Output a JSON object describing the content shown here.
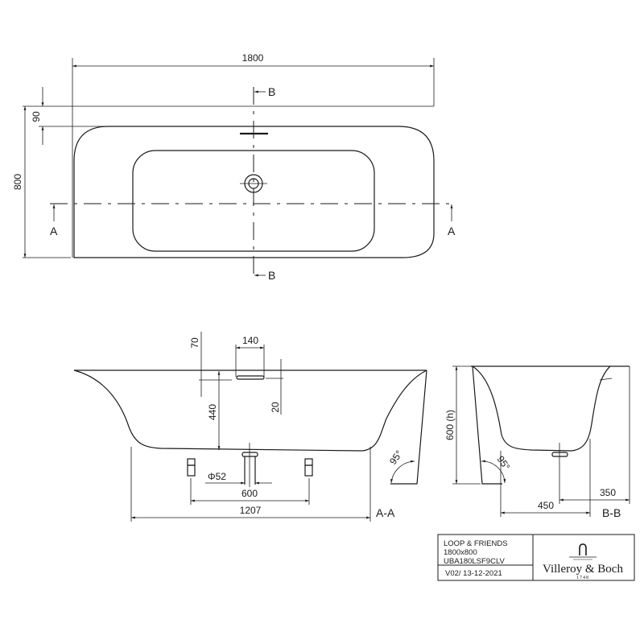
{
  "top_view": {
    "dim_length": "1800",
    "dim_width": "800",
    "dim_rim": "90",
    "section_a": "A",
    "section_b": "B"
  },
  "section_aa": {
    "label": "A-A",
    "dim_overflow_top": "70",
    "dim_overflow_width": "140",
    "dim_overflow_height": "20",
    "dim_depth": "440",
    "dim_drain_diameter": "Φ52",
    "dim_feet_spacing": "600",
    "dim_base_length": "1207",
    "angle": "95°"
  },
  "section_bb": {
    "label": "B-B",
    "dim_height": "600 (h)",
    "dim_base_width": "450",
    "dim_drain_offset": "350",
    "angle": "95°"
  },
  "title_block": {
    "product_name": "LOOP & FRIENDS",
    "size": "1800x800",
    "article_number": "UBA180LSF9CLV",
    "version_date": "V02/ 13-12-2021",
    "brand": "Villeroy & Boch",
    "brand_year": "1748"
  }
}
